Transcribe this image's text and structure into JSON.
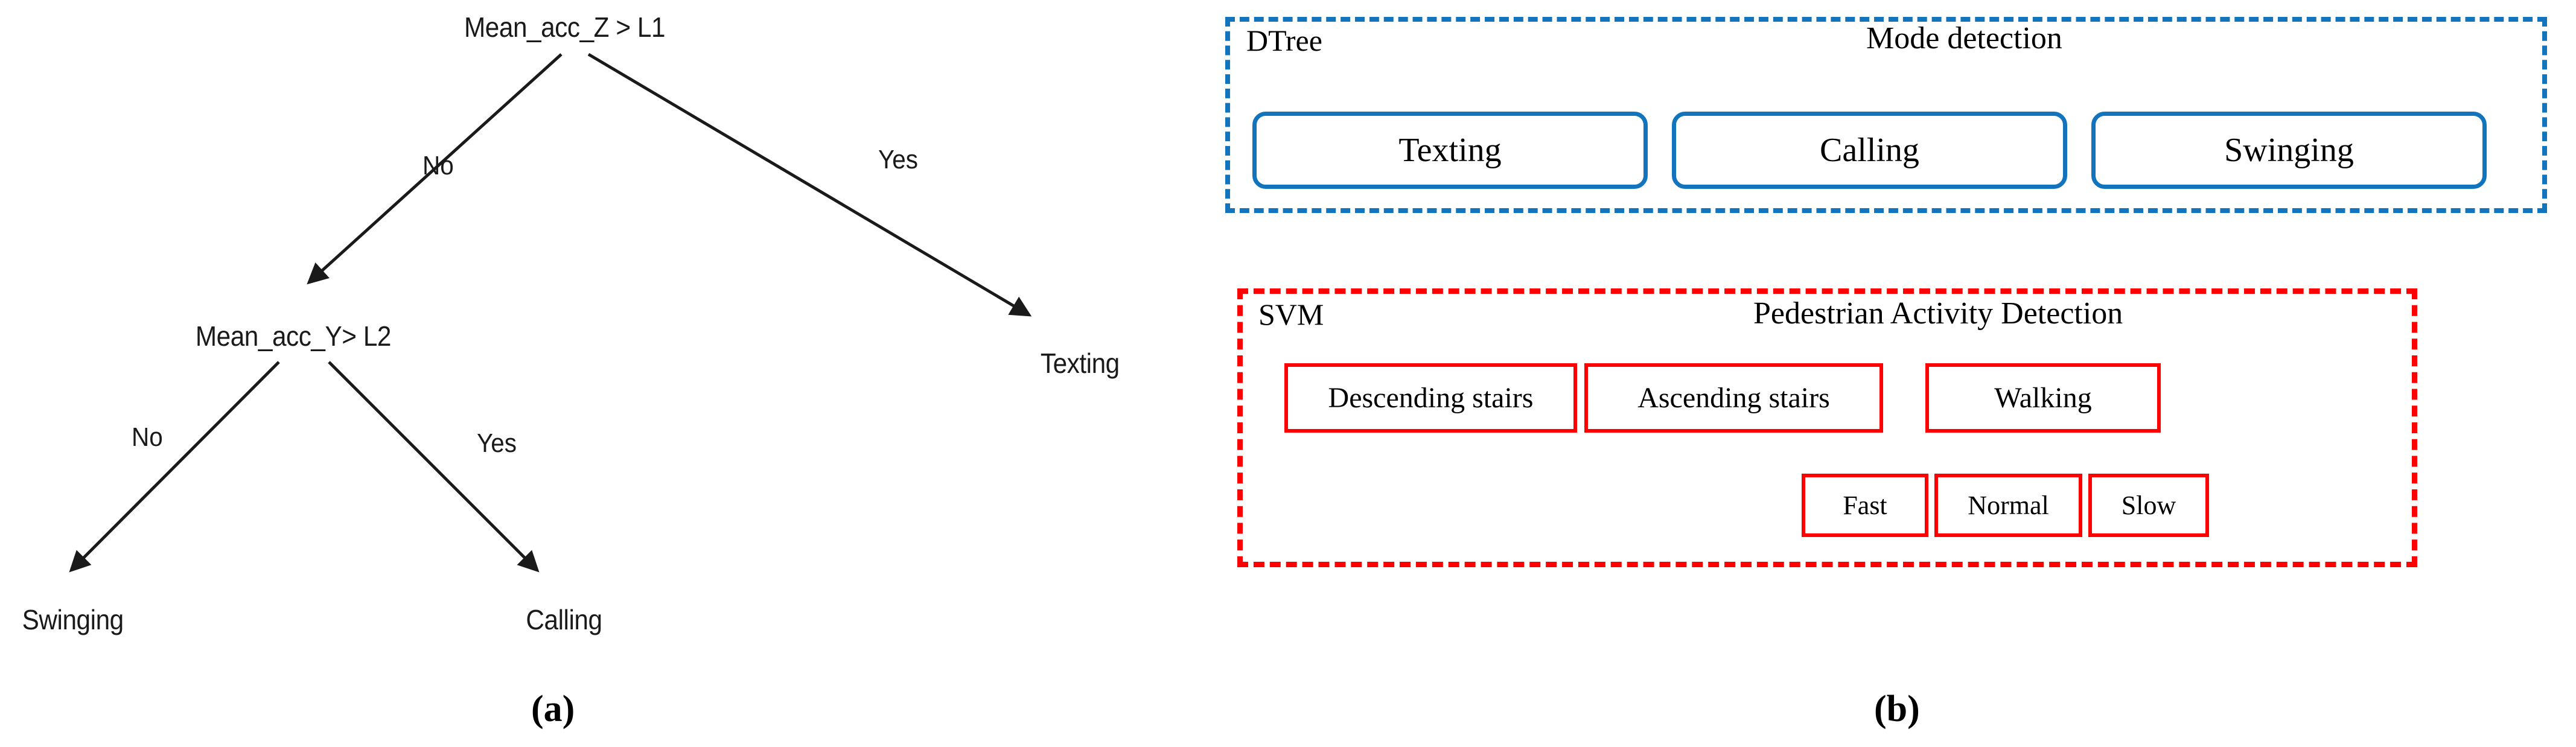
{
  "figure": {
    "panel_a": {
      "caption": "(a)",
      "type": "decision-tree",
      "nodes": {
        "root": "Mean_acc_Z > L1",
        "inner": "Mean_acc_Y> L2"
      },
      "leaves": {
        "texting": "Texting",
        "swinging": "Swinging",
        "calling": "Calling"
      },
      "edges": {
        "root_no": "No",
        "root_yes": "Yes",
        "inner_no": "No",
        "inner_yes": "Yes"
      }
    },
    "panel_b": {
      "caption": "(b)",
      "dtree_region": {
        "tag": "DTree",
        "title": "Mode detection",
        "border_color": "#1274bd",
        "boxes": [
          {
            "label": "Texting"
          },
          {
            "label": "Calling"
          },
          {
            "label": "Swinging"
          }
        ]
      },
      "flow_arrow": {
        "name": "down-arrow",
        "color": "#4f7a38"
      },
      "svm_region": {
        "tag": "SVM",
        "title": "Pedestrian Activity Detection",
        "border_color": "#ff0000",
        "activities": [
          {
            "label": "Descending stairs"
          },
          {
            "label": "Ascending stairs"
          },
          {
            "label": "Walking"
          }
        ],
        "speeds": [
          {
            "label": "Fast"
          },
          {
            "label": "Normal"
          },
          {
            "label": "Slow"
          }
        ]
      }
    }
  }
}
